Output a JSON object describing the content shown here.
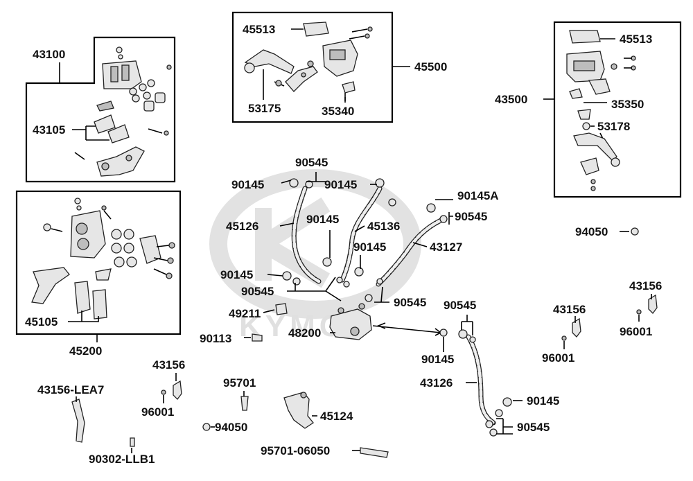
{
  "watermark": {
    "text": "KYMCO",
    "color": "#e0e0e0"
  },
  "labels": {
    "l43100": "43100",
    "l43105": "43105",
    "l45513a": "45513",
    "l53175": "53175",
    "l35340": "35340",
    "l45500": "45500",
    "l45513b": "45513",
    "l43500": "43500",
    "l35350": "35350",
    "l53178": "53178",
    "l45105": "45105",
    "l45200": "45200",
    "l90545a": "90545",
    "l90145a": "90145",
    "l90145b": "90145",
    "l90145A": "90145A",
    "l90545b": "90545",
    "l45126": "45126",
    "l90145c": "90145",
    "l45136": "45136",
    "l90145d": "90145",
    "l43127": "43127",
    "l94050a": "94050",
    "l90145e": "90145",
    "l90545c": "90545",
    "l90545d": "90545",
    "l43156a": "43156",
    "l90545e": "90545",
    "l49211": "49211",
    "l43156b": "43156",
    "l48200": "48200",
    "l96001a": "96001",
    "l90113": "90113",
    "l90145f": "90145",
    "l96001b": "96001",
    "l43156c": "43156",
    "l43126": "43126",
    "l95701": "95701",
    "l43156lea7": "43156-LEA7",
    "l96001c": "96001",
    "l90145g": "90145",
    "l45124": "45124",
    "l94050b": "94050",
    "l90545f": "90545",
    "l90302": "90302-LLB1",
    "l9570106050": "95701-06050"
  }
}
